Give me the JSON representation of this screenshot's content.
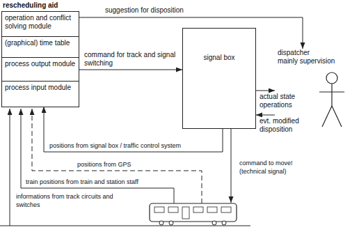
{
  "diagram": {
    "nodes": [
      {
        "text": [
          "rescheduling aid"
        ]
      },
      {
        "text": [
          "operation and conflict solving module"
        ],
        "in": 0
      },
      {
        "text": [
          "(graphical) time table"
        ],
        "in": 0
      },
      {
        "text": [
          "process output module"
        ],
        "in": 0
      },
      {
        "text": [
          "process input module"
        ],
        "in": 0
      },
      {
        "text": [
          "signal box"
        ]
      },
      {
        "text": [
          "dispatcher",
          "mainly supervision"
        ]
      }
    ],
    "edges": [
      {
        "from": 1,
        "to": 6,
        "label": "suggestion for disposition",
        "arrow": "to"
      },
      {
        "from": 3,
        "to": 5,
        "label": "command for track and signal switching",
        "arrow": "to"
      },
      {
        "from": 5,
        "to": 6,
        "label": "actual state operations",
        "arrow": "to"
      },
      {
        "from": 6,
        "to": 5,
        "label": "evt. modified disposition",
        "arrow": "to"
      },
      {
        "from": 5,
        "to": 4,
        "label": "positions from signal box / traffic control system",
        "arrow": "to"
      }
    ],
    "labels": [
      "train positions from train and station staff",
      "positions from GPS",
      "informations from track circuits and switches",
      "command to move! (technical signal)"
    ]
  }
}
